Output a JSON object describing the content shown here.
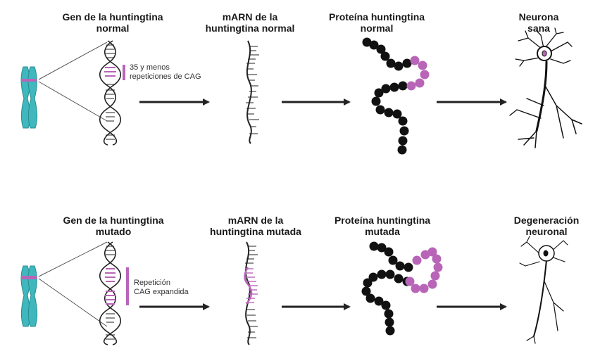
{
  "colors": {
    "ink": "#1a1a1a",
    "mutation": "#b865b8",
    "chromosome": "#3fb7bd",
    "chromosome_dark": "#2a8c92",
    "arrow": "#222222"
  },
  "rows": [
    {
      "gene_title": "Gen  de la huntingtina\nnormal",
      "gene_note": "35 y menos\nrepeticiones de CAG",
      "mrna_title": "mARN de la\nhuntingtina normal",
      "protein_title": "Proteína huntingtina\nnormal",
      "neuron_title": "Neurona\nsana"
    },
    {
      "gene_title": "Gen  de la huntingtina\nmutado",
      "gene_note": "Repetición\nCAG expandida",
      "mrna_title": "mARN de la\nhuntingtina mutada",
      "protein_title": "Proteína huntingtina\nmutada",
      "neuron_title": "Degeneración\nneuronal"
    }
  ],
  "icons": [
    "chromosome-icon",
    "dna-helix-icon",
    "mrna-strand-icon",
    "protein-chain-icon",
    "neuron-icon",
    "arrow-icon"
  ]
}
